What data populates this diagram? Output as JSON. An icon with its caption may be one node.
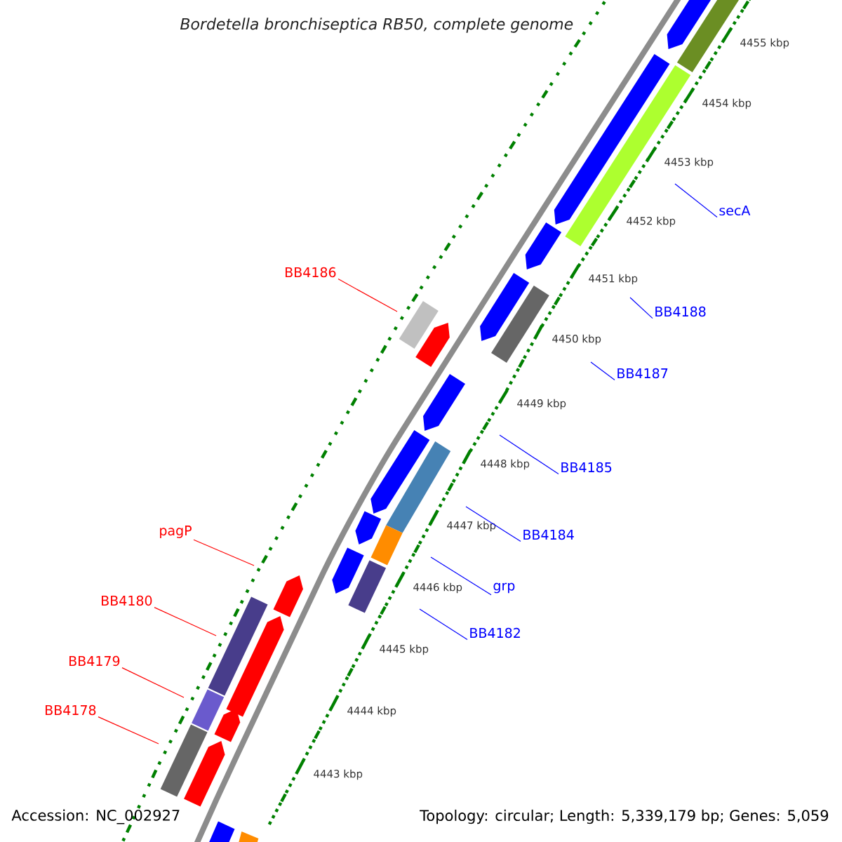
{
  "diagram": {
    "title": "Bordetella bronchiseptica RB50, complete genome",
    "nodes": [
      {
        "text": [
          "secA"
        ]
      },
      {
        "text": [
          "BB4186"
        ]
      },
      {
        "text": [
          "BB4188"
        ]
      },
      {
        "text": [
          "BB4187"
        ]
      },
      {
        "text": [
          "BB4185"
        ]
      },
      {
        "text": [
          "pagP"
        ]
      },
      {
        "text": [
          "BB4184"
        ]
      },
      {
        "text": [
          "grp"
        ]
      },
      {
        "text": [
          "BB4180"
        ]
      },
      {
        "text": [
          "BB4182"
        ]
      },
      {
        "text": [
          "BB4179"
        ]
      },
      {
        "text": [
          "BB4178"
        ]
      }
    ],
    "edges": [
      {
        "from": 0,
        "to": null,
        "arrow": "none"
      },
      {
        "from": 1,
        "to": null,
        "arrow": "none",
        "color": "#ff0000"
      },
      {
        "from": 2,
        "to": null,
        "arrow": "none"
      },
      {
        "from": 3,
        "to": null,
        "arrow": "none"
      },
      {
        "from": 4,
        "to": null,
        "arrow": "none"
      },
      {
        "from": 5,
        "to": null,
        "arrow": "none",
        "color": "#ff0000"
      },
      {
        "from": 6,
        "to": null,
        "arrow": "none"
      },
      {
        "from": 7,
        "to": null,
        "arrow": "none"
      },
      {
        "from": 8,
        "to": null,
        "arrow": "none",
        "color": "#ff0000"
      },
      {
        "from": 9,
        "to": null,
        "arrow": "none"
      },
      {
        "from": 10,
        "to": null,
        "arrow": "none",
        "color": "#ff0000"
      },
      {
        "from": 11,
        "to": null,
        "arrow": "none",
        "color": "#ff0000"
      }
    ],
    "labels": [
      "4455 kbp",
      "4454 kbp",
      "4453 kbp",
      "4452 kbp",
      "4451 kbp",
      "4450 kbp",
      "4449 kbp",
      "4448 kbp",
      "4447 kbp",
      "4446 kbp",
      "4445 kbp",
      "4444 kbp",
      "4443 kbp",
      "Accession: NC_002927",
      "Topology: circular; Length: 5,339,179 bp; Genes: 5,059"
    ]
  }
}
